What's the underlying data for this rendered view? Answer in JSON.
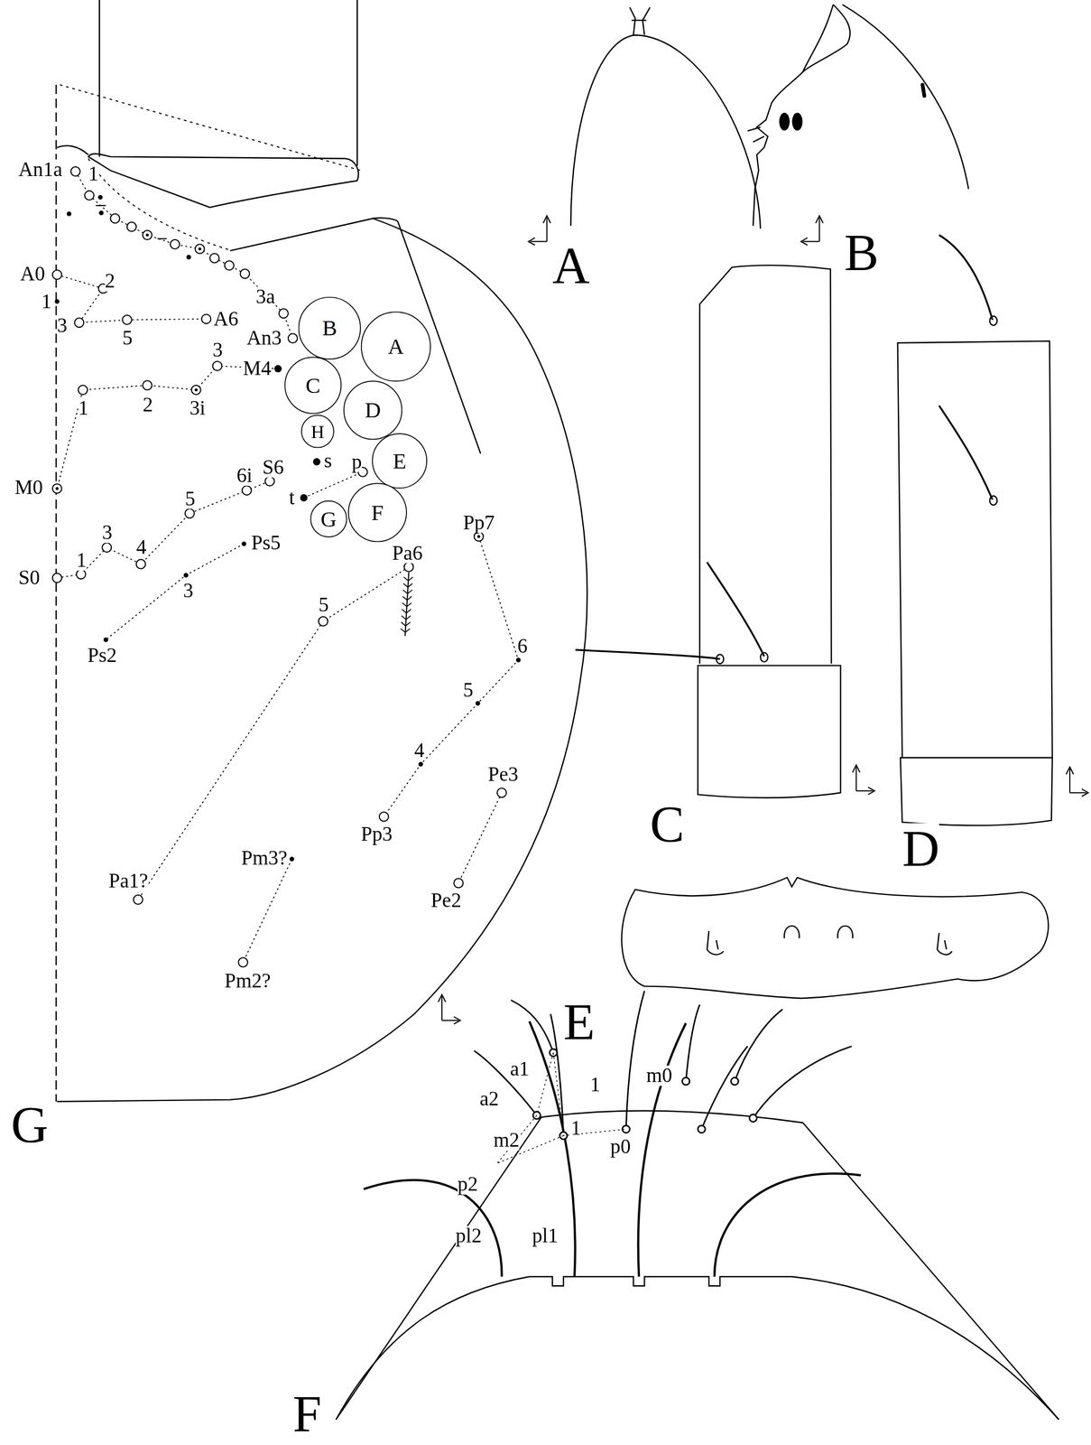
{
  "diagram": {
    "nodes": [
      {
        "text": [
          "B"
        ]
      },
      {
        "text": [
          "A"
        ]
      },
      {
        "text": [
          "C"
        ]
      },
      {
        "text": [
          "D"
        ]
      },
      {
        "text": [
          "H"
        ]
      },
      {
        "text": [
          "E"
        ]
      },
      {
        "text": [
          "F"
        ]
      },
      {
        "text": [
          "G"
        ]
      }
    ],
    "labels": [
      "An1a",
      "1",
      "A0",
      "1",
      "2",
      "3",
      "5",
      "A6",
      "3a",
      "An3",
      "3",
      "M4",
      "1",
      "2",
      "3i",
      "M0",
      "s",
      "p",
      "6i",
      "S6",
      "5",
      "t",
      "3",
      "1",
      "4",
      "S0",
      "Ps5",
      "3",
      "Ps2",
      "Pa6",
      "5",
      "Pp7",
      "6",
      "5",
      "4",
      "Pp3",
      "Pe3",
      "Pe2",
      "Pa1?",
      "Pm3?",
      "Pm2?",
      "G",
      "A",
      "B",
      "C",
      "D",
      "E",
      "F",
      "a2",
      "a1",
      "1",
      "m0",
      "m2",
      "1",
      "p0",
      "p2",
      "pl2",
      "pl1"
    ]
  }
}
